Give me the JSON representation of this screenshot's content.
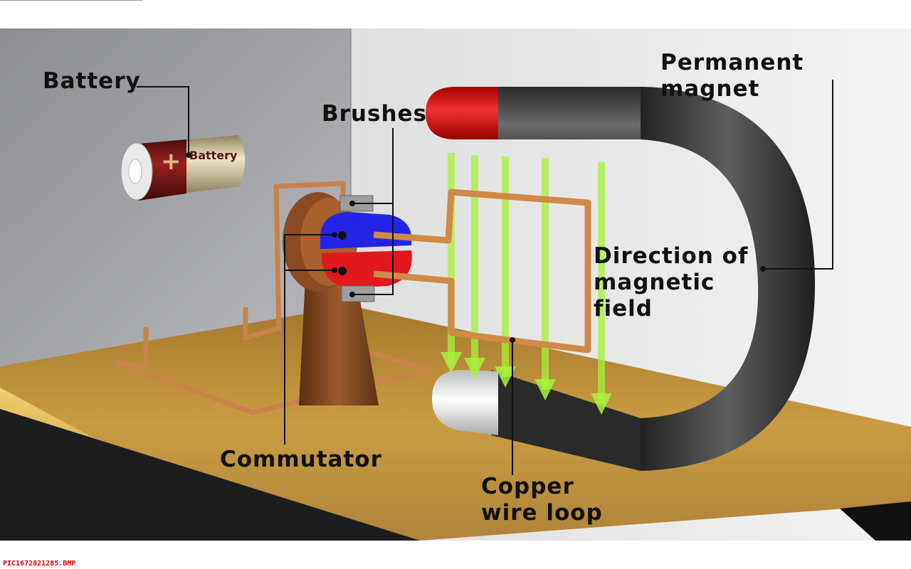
{
  "labels": {
    "battery": "Battery",
    "battery_print": "Battery",
    "battery_plus": "+",
    "brushes": "Brushes",
    "permanent_magnet": "Permanent magnet",
    "direction_field": "Direction of\nmagnetic\nfield",
    "commutator": "Commutator",
    "copper_wire_loop": "Copper\nwire loop"
  },
  "caption": "PIC1672821285.BMP",
  "colors": {
    "magnet_north": "#d8141c",
    "magnet_south": "#f2f2f2",
    "magnet_body": "#3a3a3a",
    "copper": "#d9924a",
    "field_arrow": "#a6f23c",
    "commutator_blue": "#1f1fe0",
    "commutator_red": "#e0141c",
    "wood": "#c79a3e",
    "wall_left": "#8f9095",
    "wall_right": "#e6e6e6"
  }
}
